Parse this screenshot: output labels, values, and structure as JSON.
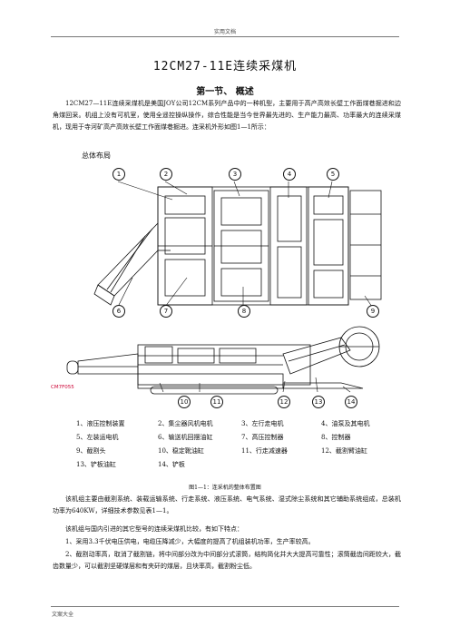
{
  "header": {
    "text": "实用文档"
  },
  "footer": {
    "text": "文案大全"
  },
  "title": "12CM27-11E连续采煤机",
  "section_heading": "第一节、  概述",
  "intro_paragraph": "12CM27—11E连续采煤机是美国JOY公司12CM系列产品中的一种机型，主要用于高产高效长壁工作面煤巷掘进和边角煤回采。机组上没有可机室，使用全遥控操纵操作，综合性能是当今世界最先进的、生产能力最高、功率最大的连续采煤机，现用于寺河矿高产高效长壁工作面煤巷掘进。连采机外形如图1—1所示：",
  "figure": {
    "label": "总体布局",
    "drawing_code": "CM7F055",
    "callouts_top": [
      "1",
      "2",
      "3",
      "4",
      "5"
    ],
    "callouts_middle": [
      "6",
      "7",
      "8",
      "9"
    ],
    "callouts_bottom": [
      "10",
      "11",
      "12",
      "13",
      "14"
    ]
  },
  "legend": [
    [
      "1、液压控制装置",
      "2、集尘器风机电机",
      "3、左行走电机",
      "4、油泵及其电机"
    ],
    [
      "5、左装运电机",
      "6、输送机回摆油缸",
      "7、高压控制器",
      "8、控制器"
    ],
    [
      "9、截割头",
      "10、稳定靴油缸",
      "11、行走减速器",
      "12、截割臂油缸"
    ],
    [
      "13、铲板油缸",
      "14、铲板",
      "",
      ""
    ]
  ],
  "caption": "图1—1：连采机的整体布置图",
  "body_paragraphs": [
    "该机组主要由截割系统、装载运输系统、行走系统、液压系统、电气系统、湿式除尘系统和其它辅助系统组成，总装机功率为640KW，详细技术参数见表1—1。",
    "该机组与国内引进的其它型号的连续采煤机比较，有如下特点：",
    "1、采用3.3千伏电压供电，电缆压降减少，大幅度的提高了机组装机功率，生产率较高。",
    "2、截割动率高，取消了截割链，将中间部分改为中间部分式滚筒，结构简化并大大提高可靠性；滚筒截齿间距较大，截齿数量少，可以截割坚硬煤层和有夹矸的煤层，且块率高，截割粉尘低。"
  ]
}
